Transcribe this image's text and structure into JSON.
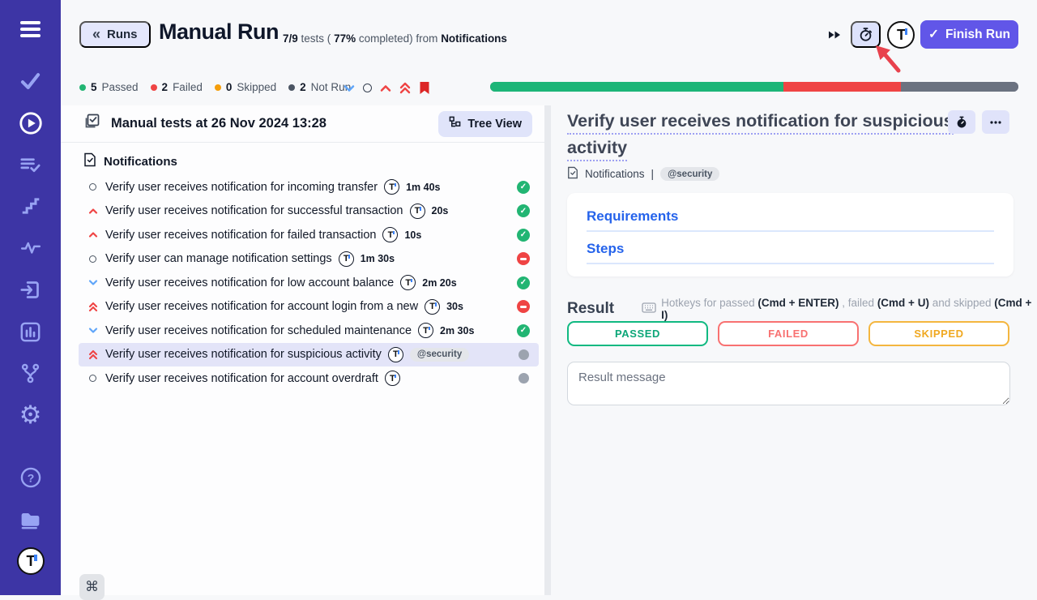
{
  "header": {
    "back_label": "Runs",
    "title": "Manual Run",
    "subtitle": {
      "count": "7/9",
      "mid1": "tests (",
      "percent": "77%",
      "mid2": "completed) from",
      "suite": "Notifications"
    },
    "finish_label": "Finish Run"
  },
  "summary": {
    "items": [
      {
        "count": "5",
        "label": "Passed",
        "color": "#22b573"
      },
      {
        "count": "2",
        "label": "Failed",
        "color": "#ef4444"
      },
      {
        "count": "0",
        "label": "Skipped",
        "color": "#f59e0b"
      },
      {
        "count": "2",
        "label": "Not Run",
        "color": "#4b5563"
      }
    ]
  },
  "progress": {
    "segments": [
      {
        "name": "passed",
        "color": "#1db578",
        "value": 5
      },
      {
        "name": "failed",
        "color": "#ef4444",
        "value": 2
      },
      {
        "name": "not_run",
        "color": "#6b7280",
        "value": 2
      }
    ]
  },
  "run_panel": {
    "run_title": "Manual tests at 26 Nov 2024 13:28",
    "tree_view_label": "Tree View",
    "suite_name": "Notifications",
    "tests": [
      {
        "priority": "normal",
        "title": "Verify user receives notification for incoming transfer",
        "duration": "1m 40s",
        "status": "passed"
      },
      {
        "priority": "high",
        "title": "Verify user receives notification for successful transaction",
        "duration": "20s",
        "status": "passed"
      },
      {
        "priority": "high",
        "title": "Verify user receives notification for failed transaction",
        "duration": "10s",
        "status": "passed"
      },
      {
        "priority": "normal",
        "title": "Verify user can manage notification settings",
        "duration": "1m 30s",
        "status": "failed"
      },
      {
        "priority": "low",
        "title": "Verify user receives notification for low account balance",
        "duration": "2m 20s",
        "status": "passed"
      },
      {
        "priority": "highest",
        "title": "Verify user receives notification for account login from a new",
        "duration": "30s",
        "status": "failed"
      },
      {
        "priority": "low",
        "title": "Verify user receives notification for scheduled maintenance",
        "duration": "2m 30s",
        "status": "passed"
      },
      {
        "priority": "highest",
        "title": "Verify user receives notification for suspicious activity",
        "tag": "@security",
        "status": "notrun",
        "selected": true
      },
      {
        "priority": "normal",
        "title": "Verify user receives notification for account overdraft",
        "status": "notrun"
      }
    ]
  },
  "detail": {
    "title": "Verify user receives notification for suspicious activity",
    "breadcrumb": "Notifications",
    "divider": "|",
    "tag": "@security",
    "sections": [
      {
        "label": "Requirements"
      },
      {
        "label": "Steps"
      }
    ],
    "result": {
      "heading": "Result",
      "hotkeys": [
        {
          "text": "Hotkeys for passed ",
          "bold": false
        },
        {
          "text": "(Cmd + ENTER)",
          "bold": true
        },
        {
          "text": " , failed ",
          "bold": false
        },
        {
          "text": "(Cmd + U)",
          "bold": true
        },
        {
          "text": " and skipped ",
          "bold": false
        },
        {
          "text": "(Cmd + I)",
          "bold": true
        }
      ],
      "buttons": [
        {
          "label": "PASSED",
          "border": "#10b981",
          "text": "#0ca678"
        },
        {
          "label": "FAILED",
          "border": "#f87171",
          "text": "#f87171"
        },
        {
          "label": "SKIPPED",
          "border": "#f4b63f",
          "text": "#f0a820"
        }
      ],
      "message_placeholder": "Result message"
    }
  },
  "colors": {
    "accent": "#6156e8",
    "sidebar": "#3d35a5"
  }
}
